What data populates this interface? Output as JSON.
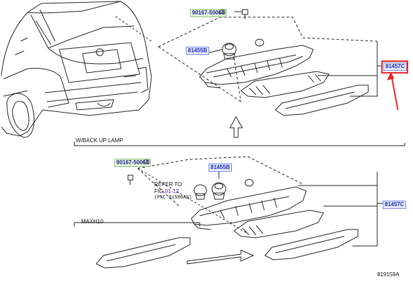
{
  "parts": {
    "screw_top": {
      "number": "90167-50063",
      "qty": "(2)"
    },
    "socket_top": {
      "number": "81455B"
    },
    "lamp_top": {
      "number": "81457C"
    },
    "screw_bottom": {
      "number": "90167-50063",
      "qty": "(2)"
    },
    "socket_bottom": {
      "number": "81455B"
    },
    "lamp_bottom": {
      "number": "81457C"
    }
  },
  "section_labels": {
    "with_backup": "W/BACK UP LAMP",
    "max_h10": "MAXH10"
  },
  "refer": {
    "line1": "REFER TO",
    "fig_prefix": "FIG ",
    "fig_link": "81-12",
    "pnc": "(PNC 81580AG)"
  },
  "figure_id": "819159A",
  "colors": {
    "highlight_box": "#e8232b",
    "part_green_bg": "#e2f5dc",
    "part_blue_bg": "#e4e9fb",
    "part_text": "#1d2bb5",
    "link": "#6a2ad1"
  }
}
